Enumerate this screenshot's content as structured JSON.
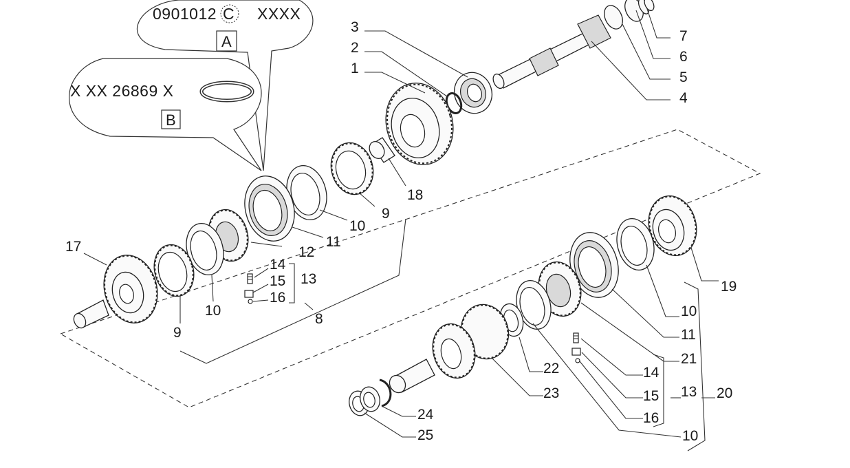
{
  "callouts": {
    "a": {
      "code": "0901012",
      "symbol": "C",
      "suffix": "XXXX",
      "box": "A"
    },
    "b": {
      "code": "X XX 26869  X",
      "box": "B"
    }
  },
  "labels": {
    "p1": "1",
    "p2": "2",
    "p3": "3",
    "p4": "4",
    "p5": "5",
    "p6": "6",
    "p7": "7",
    "p8": "8",
    "p9a": "9",
    "p9b": "9",
    "p10a": "10",
    "p10b": "10",
    "p10c": "10",
    "p10d": "10",
    "p11a": "11",
    "p11b": "11",
    "p12": "12",
    "p13a": "13",
    "p13b": "13",
    "p14a": "14",
    "p14b": "14",
    "p15a": "15",
    "p15b": "15",
    "p16a": "16",
    "p16b": "16",
    "p17": "17",
    "p18": "18",
    "p19": "19",
    "p20": "20",
    "p21": "21",
    "p22": "22",
    "p23": "23",
    "p24": "24",
    "p25": "25"
  }
}
